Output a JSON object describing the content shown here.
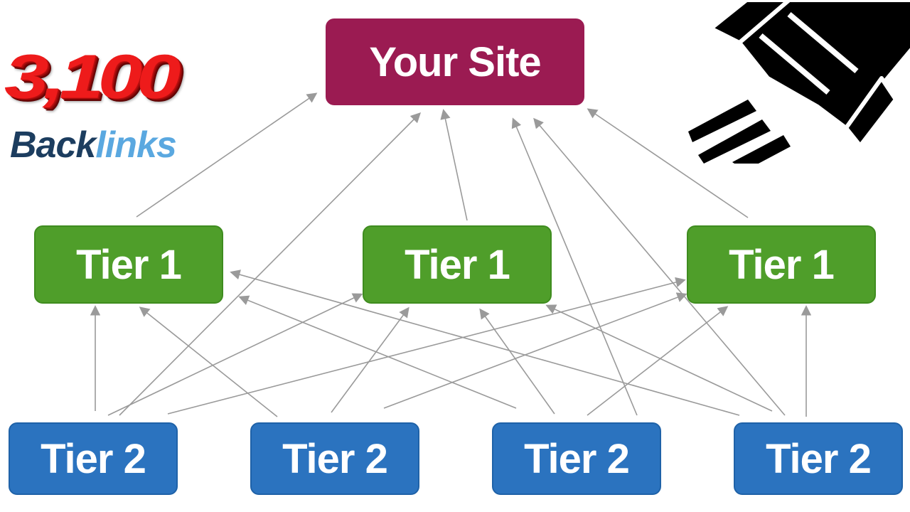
{
  "badge": {
    "count": "3,100",
    "word_part1": "Back",
    "word_part2": "links",
    "colors": {
      "count": "#ee1b1b",
      "word_dark": "#1c3d5f",
      "word_light": "#5aa8e0"
    }
  },
  "decoration": {
    "icon": "rocket-icon"
  },
  "nodes": {
    "site": {
      "label": "Your Site"
    },
    "tier1": [
      {
        "label": "Tier 1"
      },
      {
        "label": "Tier 1"
      },
      {
        "label": "Tier 1"
      }
    ],
    "tier2": [
      {
        "label": "Tier 2"
      },
      {
        "label": "Tier 2"
      },
      {
        "label": "Tier 2"
      },
      {
        "label": "Tier 2"
      }
    ]
  },
  "colors": {
    "site": "#9b1b52",
    "tier1": "#4f9e2a",
    "tier2": "#2b73bf",
    "arrow": "#9a9a9a"
  }
}
